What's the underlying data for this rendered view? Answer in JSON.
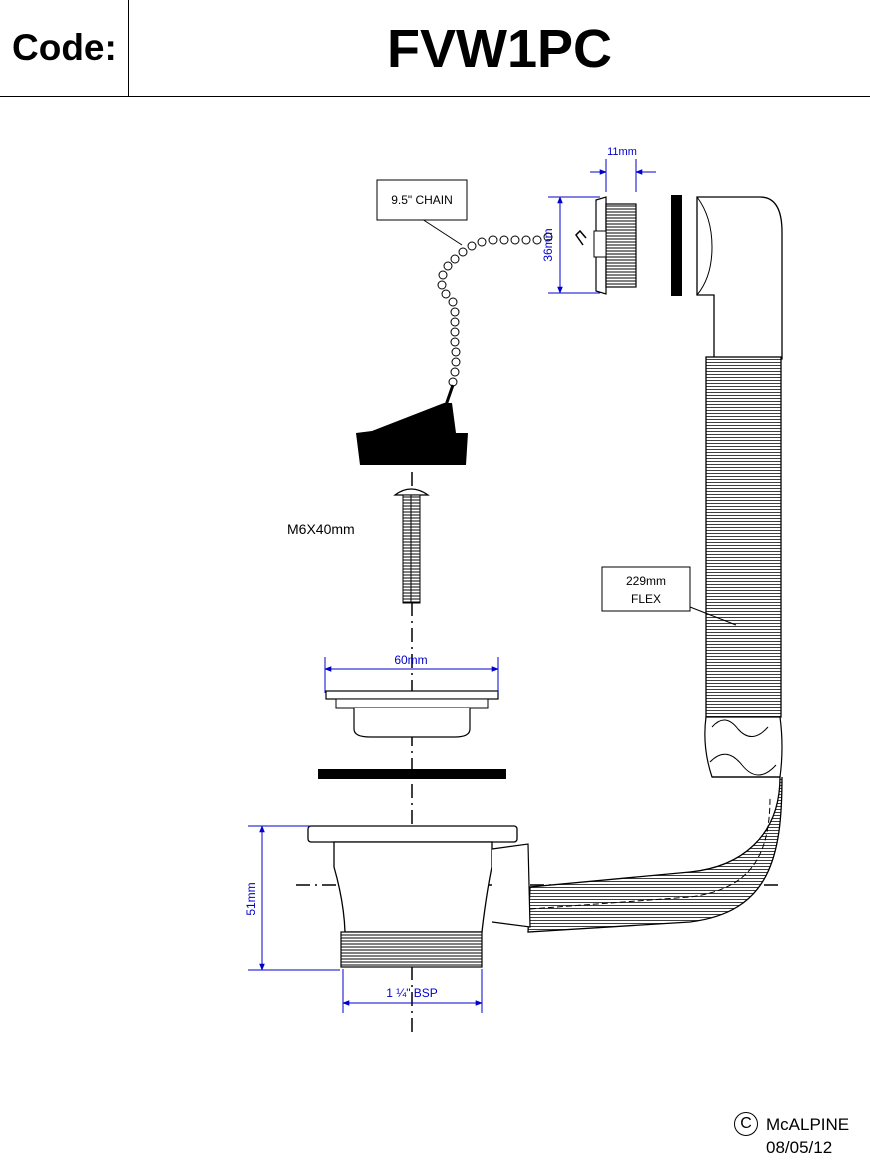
{
  "header": {
    "code_label": "Code:",
    "code_value": "FVW1PC"
  },
  "labels": {
    "chain": "9.5\" CHAIN",
    "screw": "M6X40mm",
    "flex_length": "229mm",
    "flex_word": "FLEX"
  },
  "dimensions": {
    "overflow_depth": "11mm",
    "overflow_height": "36mm",
    "waste_flange": "60mm",
    "waste_height": "51mm",
    "thread": "1 ¼\" BSP"
  },
  "footer": {
    "copyright_symbol": "C",
    "company": "McALPINE",
    "date": "08/05/12"
  },
  "colors": {
    "dimension": "#0000cc",
    "line": "#000000",
    "accent_part": "#e8e8e8"
  }
}
